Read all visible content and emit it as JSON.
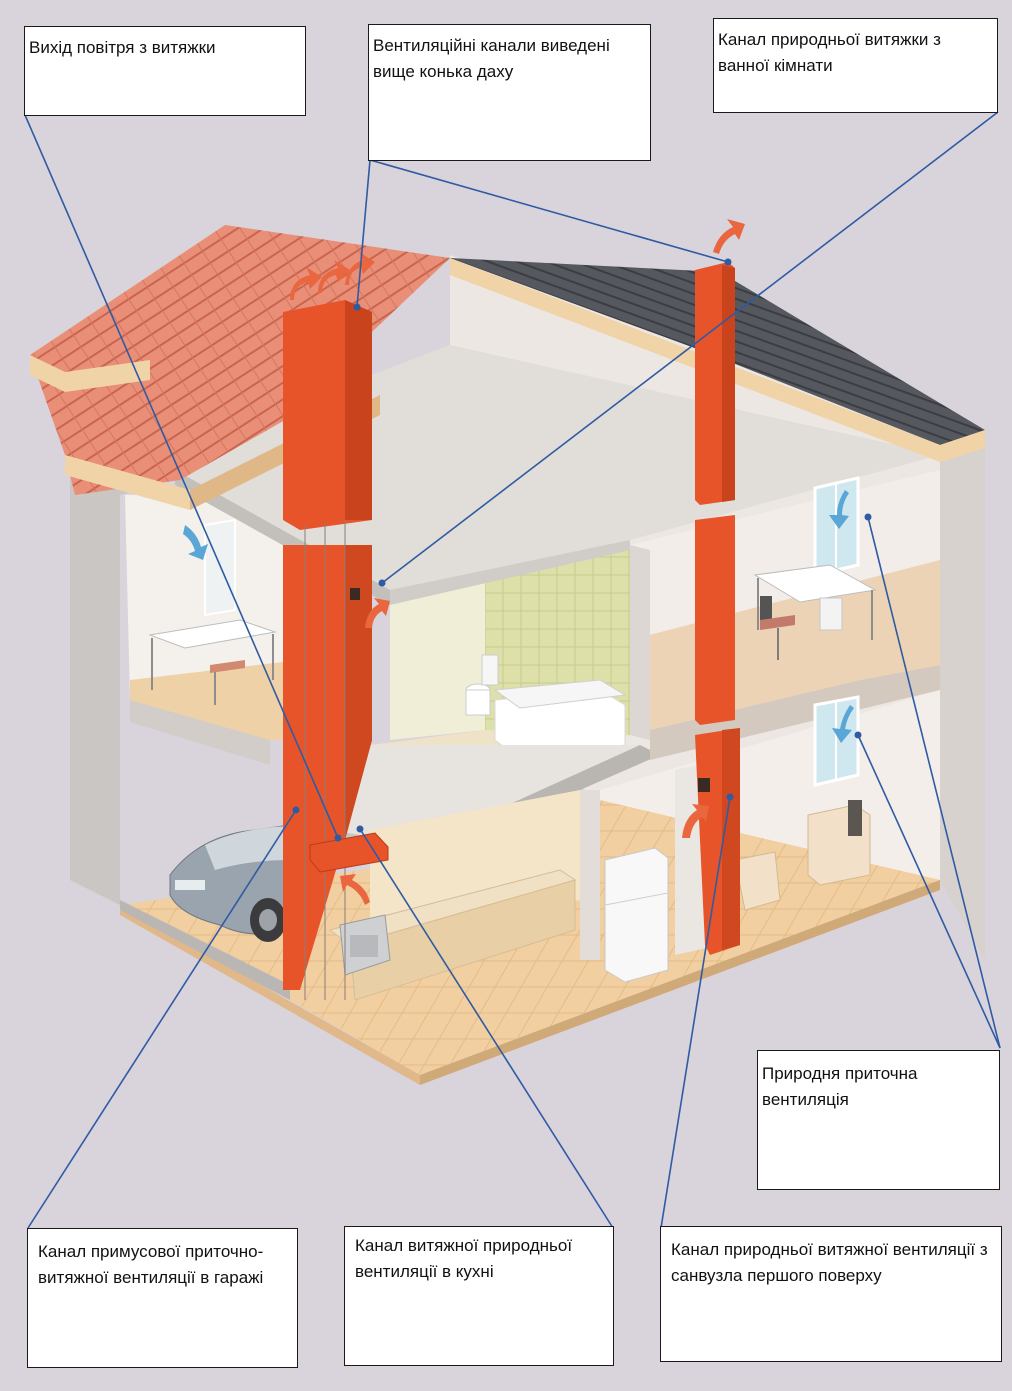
{
  "callouts": {
    "exhaust_outlet": "Вихід повітря з витяжки",
    "ducts_above_ridge": "Вентиляційні канали виведені вище конька даху",
    "bathroom_natural_exhaust": "Канал природньої витяжки з ванної кімнати",
    "natural_supply": "Природня приточна вентиляція",
    "garage_forced_duct": "Канал примусової приточно-витяжної вентиляції в гаражі",
    "kitchen_natural_exhaust": "Канал витяжної природньої вентиляції в кухні",
    "wc_first_floor_exhaust": "Канал природньої витяжної вентиляції з санвузла першого поверху"
  },
  "colors": {
    "background": "#d9d3db",
    "duct": "#e8542a",
    "roof_tiles": "#e98f78",
    "leader_line": "#2f5ba3",
    "airflow_arrow_out": "#e9663f",
    "airflow_arrow_in": "#5aa6d6"
  }
}
